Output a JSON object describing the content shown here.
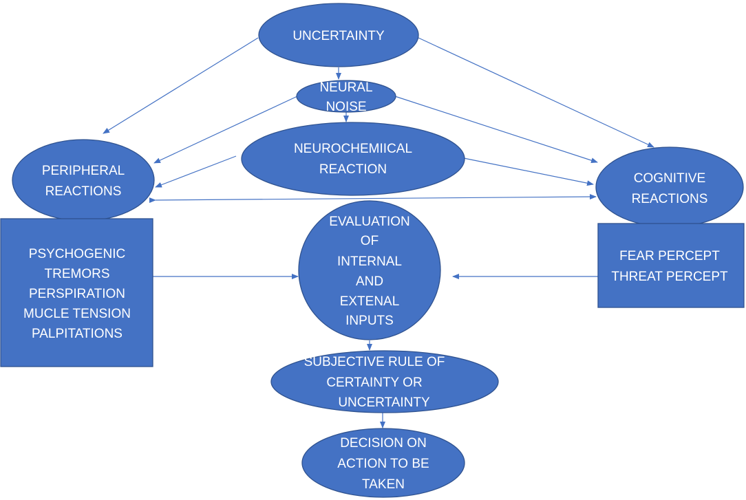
{
  "colors": {
    "node_fill": "#4472c4",
    "node_stroke": "#2f528f",
    "arrow": "#4472c4",
    "text": "#ffffff",
    "background": "#ffffff"
  },
  "nodes": {
    "uncertainty": {
      "label": "UNCERTAINTY",
      "shape": "ellipse"
    },
    "neural_noise": {
      "lines": [
        "NEURAL",
        "NOISE"
      ],
      "shape": "ellipse"
    },
    "neurochemical": {
      "lines": [
        "NEUROCHEMIICAL",
        "REACTION"
      ],
      "shape": "ellipse"
    },
    "peripheral": {
      "lines": [
        "PERIPHERAL",
        "REACTIONS"
      ],
      "shape": "ellipse"
    },
    "cognitive": {
      "lines": [
        "COGNITIVE",
        "REACTIONS"
      ],
      "shape": "ellipse"
    },
    "peripheral_box": {
      "lines": [
        "PSYCHOGENIC",
        "TREMORS",
        "PERSPIRATION",
        "MUCLE TENSION",
        "PALPITATIONS"
      ],
      "shape": "rectangle"
    },
    "cognitive_box": {
      "lines": [
        "FEAR PERCEPT",
        "THREAT PERCEPT"
      ],
      "shape": "rectangle"
    },
    "evaluation": {
      "lines": [
        "EVALUATION",
        "OF",
        "INTERNAL",
        "AND",
        "EXTENAL",
        "INPUTS"
      ],
      "shape": "ellipse"
    },
    "subjective_rule": {
      "lines": [
        "SUBJECTIVE RULE OF",
        "CERTAINTY OR",
        "UNCERTAINTY"
      ],
      "shape": "ellipse"
    },
    "decision": {
      "lines": [
        "DECISION ON",
        "ACTION TO BE",
        "TAKEN"
      ],
      "shape": "ellipse"
    }
  },
  "edges": [
    {
      "from": "uncertainty",
      "to": "neural_noise"
    },
    {
      "from": "uncertainty",
      "to": "peripheral"
    },
    {
      "from": "uncertainty",
      "to": "cognitive"
    },
    {
      "from": "neural_noise",
      "to": "neurochemical"
    },
    {
      "from": "neural_noise",
      "to": "peripheral"
    },
    {
      "from": "neural_noise",
      "to": "cognitive"
    },
    {
      "from": "neurochemical",
      "to": "peripheral"
    },
    {
      "from": "neurochemical",
      "to": "cognitive"
    },
    {
      "from": "peripheral",
      "to": "cognitive",
      "bidirectional": true
    },
    {
      "from": "peripheral_box",
      "to": "evaluation"
    },
    {
      "from": "cognitive_box",
      "to": "evaluation"
    },
    {
      "from": "evaluation",
      "to": "subjective_rule"
    },
    {
      "from": "subjective_rule",
      "to": "decision"
    }
  ]
}
